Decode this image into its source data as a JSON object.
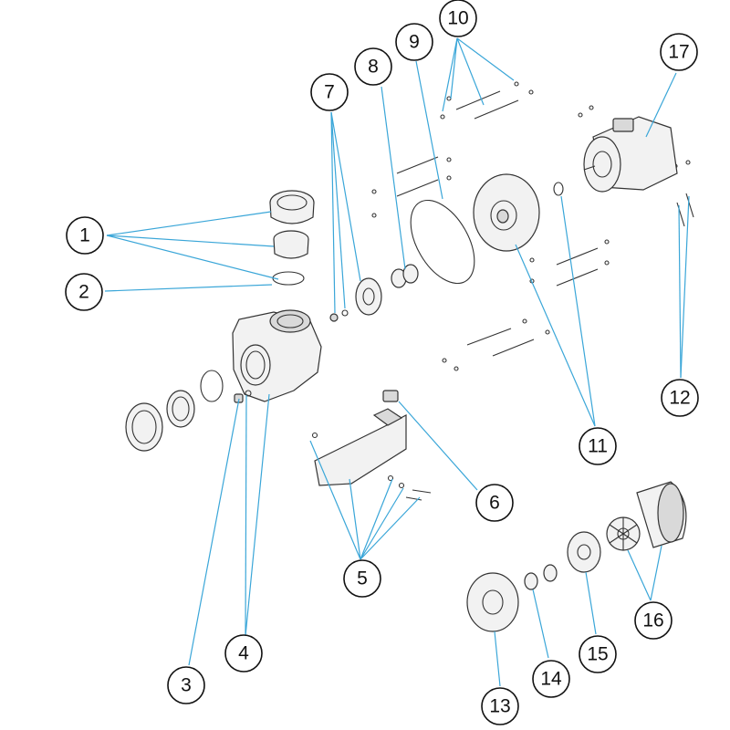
{
  "diagram": {
    "callouts": [
      {
        "label": "1"
      },
      {
        "label": "2"
      },
      {
        "label": "3"
      },
      {
        "label": "4"
      },
      {
        "label": "5"
      },
      {
        "label": "6"
      },
      {
        "label": "7"
      },
      {
        "label": "8"
      },
      {
        "label": "9"
      },
      {
        "label": "10"
      },
      {
        "label": "11"
      },
      {
        "label": "12"
      },
      {
        "label": "13"
      },
      {
        "label": "14"
      },
      {
        "label": "15"
      },
      {
        "label": "16"
      },
      {
        "label": "17"
      }
    ],
    "colors": {
      "leader": "#3aa6d8",
      "outline": "#333333",
      "fill": "#f2f2f2"
    }
  }
}
